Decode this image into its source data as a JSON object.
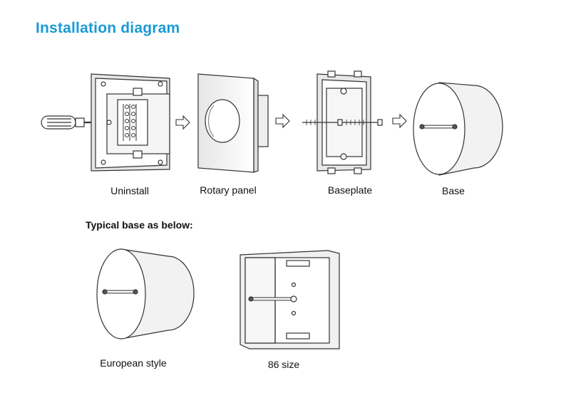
{
  "title": "Installation diagram",
  "steps": [
    {
      "label": "Uninstall"
    },
    {
      "label": "Rotary panel"
    },
    {
      "label": "Baseplate"
    },
    {
      "label": "Base"
    }
  ],
  "typical": {
    "heading": "Typical base as below:",
    "items": [
      {
        "label": "European style"
      },
      {
        "label": "86 size"
      }
    ]
  },
  "colors": {
    "title": "#1a9ad7",
    "line": "#333333",
    "fill": "#f2f2f2"
  }
}
